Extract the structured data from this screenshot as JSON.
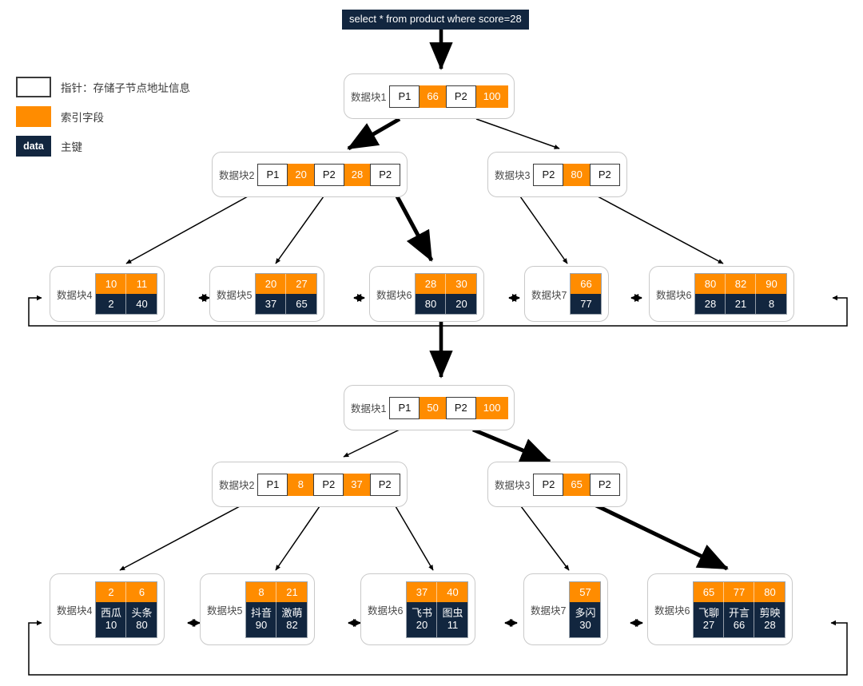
{
  "query": {
    "text": "select * from product where score=28"
  },
  "legend": [
    {
      "swatch": "pointer",
      "swatch_text": "",
      "label": "指针：存储子节点地址信息"
    },
    {
      "swatch": "index",
      "swatch_text": "",
      "label": "索引字段"
    },
    {
      "swatch": "data",
      "swatch_text": "data",
      "label": "主键"
    }
  ],
  "tree_top": {
    "root": {
      "label": "数据块1",
      "cells": [
        {
          "type": "ptr",
          "text": "P1"
        },
        {
          "type": "key",
          "text": "66"
        },
        {
          "type": "ptr",
          "text": "P2"
        },
        {
          "type": "key",
          "text": "100"
        }
      ]
    },
    "branch_left": {
      "label": "数据块2",
      "cells": [
        {
          "type": "ptr",
          "text": "P1"
        },
        {
          "type": "key",
          "text": "20"
        },
        {
          "type": "ptr",
          "text": "P2"
        },
        {
          "type": "key",
          "text": "28"
        },
        {
          "type": "ptr",
          "text": "P2"
        }
      ]
    },
    "branch_right": {
      "label": "数据块3",
      "cells": [
        {
          "type": "ptr",
          "text": "P2"
        },
        {
          "type": "key",
          "text": "80"
        },
        {
          "type": "ptr",
          "text": "P2"
        }
      ]
    },
    "leaves": [
      {
        "label": "数据块4",
        "keys": [
          "10",
          "11"
        ],
        "values": [
          "2",
          "40"
        ]
      },
      {
        "label": "数据块5",
        "keys": [
          "20",
          "27"
        ],
        "values": [
          "37",
          "65"
        ]
      },
      {
        "label": "数据块6",
        "keys": [
          "28",
          "30"
        ],
        "values": [
          "80",
          "20"
        ]
      },
      {
        "label": "数据块7",
        "keys": [
          "66"
        ],
        "values": [
          "77"
        ]
      },
      {
        "label": "数据块6",
        "keys": [
          "80",
          "82",
          "90"
        ],
        "values": [
          "28",
          "21",
          "8"
        ]
      }
    ]
  },
  "tree_bottom": {
    "root": {
      "label": "数据块1",
      "cells": [
        {
          "type": "ptr",
          "text": "P1"
        },
        {
          "type": "key",
          "text": "50"
        },
        {
          "type": "ptr",
          "text": "P2"
        },
        {
          "type": "key",
          "text": "100"
        }
      ]
    },
    "branch_left": {
      "label": "数据块2",
      "cells": [
        {
          "type": "ptr",
          "text": "P1"
        },
        {
          "type": "key",
          "text": "8"
        },
        {
          "type": "ptr",
          "text": "P2"
        },
        {
          "type": "key",
          "text": "37"
        },
        {
          "type": "ptr",
          "text": "P2"
        }
      ]
    },
    "branch_right": {
      "label": "数据块3",
      "cells": [
        {
          "type": "ptr",
          "text": "P2"
        },
        {
          "type": "key",
          "text": "65"
        },
        {
          "type": "ptr",
          "text": "P2"
        }
      ]
    },
    "leaves": [
      {
        "label": "数据块4",
        "keys": [
          "2",
          "6"
        ],
        "records": [
          {
            "name": "西瓜",
            "num": "10"
          },
          {
            "name": "头条",
            "num": "80"
          }
        ]
      },
      {
        "label": "数据块5",
        "keys": [
          "8",
          "21"
        ],
        "records": [
          {
            "name": "抖音",
            "num": "90"
          },
          {
            "name": "激萌",
            "num": "82"
          }
        ]
      },
      {
        "label": "数据块6",
        "keys": [
          "37",
          "40"
        ],
        "records": [
          {
            "name": "飞书",
            "num": "20"
          },
          {
            "name": "图虫",
            "num": "11"
          }
        ]
      },
      {
        "label": "数据块7",
        "keys": [
          "57"
        ],
        "records": [
          {
            "name": "多闪",
            "num": "30"
          }
        ]
      },
      {
        "label": "数据块6",
        "keys": [
          "65",
          "77",
          "80"
        ],
        "records": [
          {
            "name": "飞聊",
            "num": "27"
          },
          {
            "name": "开言",
            "num": "66"
          },
          {
            "name": "剪映",
            "num": "28"
          }
        ]
      }
    ]
  },
  "colors": {
    "index_field": "#ff8c00",
    "primary_key": "#12263f",
    "node_border": "#c9c9c9",
    "pointer_border": "#3b3b3b",
    "arrow": "#000000"
  }
}
